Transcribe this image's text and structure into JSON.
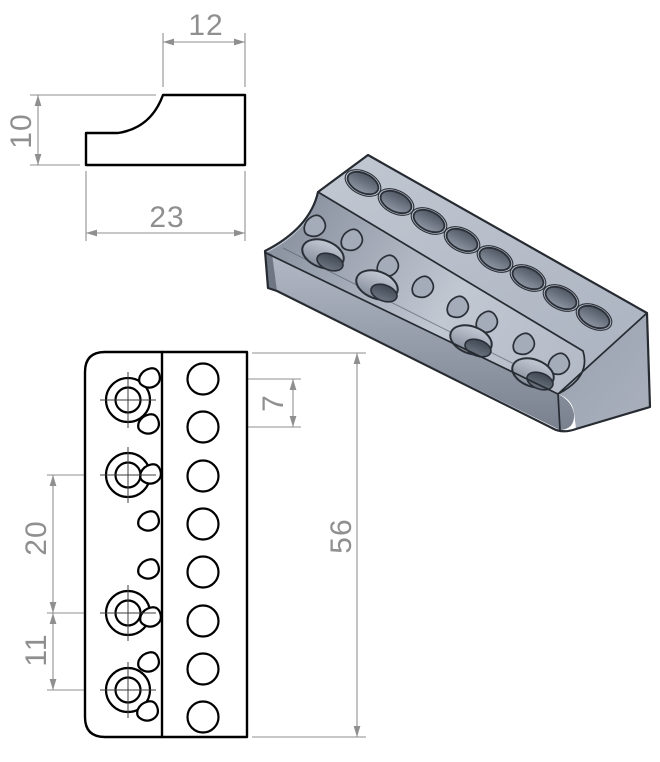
{
  "views": {
    "side_profile": {
      "name": "side profile view",
      "dim_top_width": "12",
      "dim_height": "10",
      "dim_bottom_width": "23"
    },
    "plan": {
      "name": "top view",
      "dim_hole_pitch": "7",
      "dim_total_length": "56",
      "dim_counterbore_span": "20",
      "dim_counterbore_pitch": "11",
      "small_hole_count": 8,
      "counterbore_count": 4
    },
    "isometric": {
      "name": "isometric shaded view",
      "top_hole_count": 8,
      "countersink_count": 4,
      "teardrop_count": 8
    }
  },
  "style": {
    "edge_color": "#000000",
    "dim_color": "#8f8f8f",
    "metal_light": "#c2c8d2",
    "metal_mid": "#9aa2b0",
    "metal_dark": "#7b8391",
    "background": "#ffffff"
  }
}
